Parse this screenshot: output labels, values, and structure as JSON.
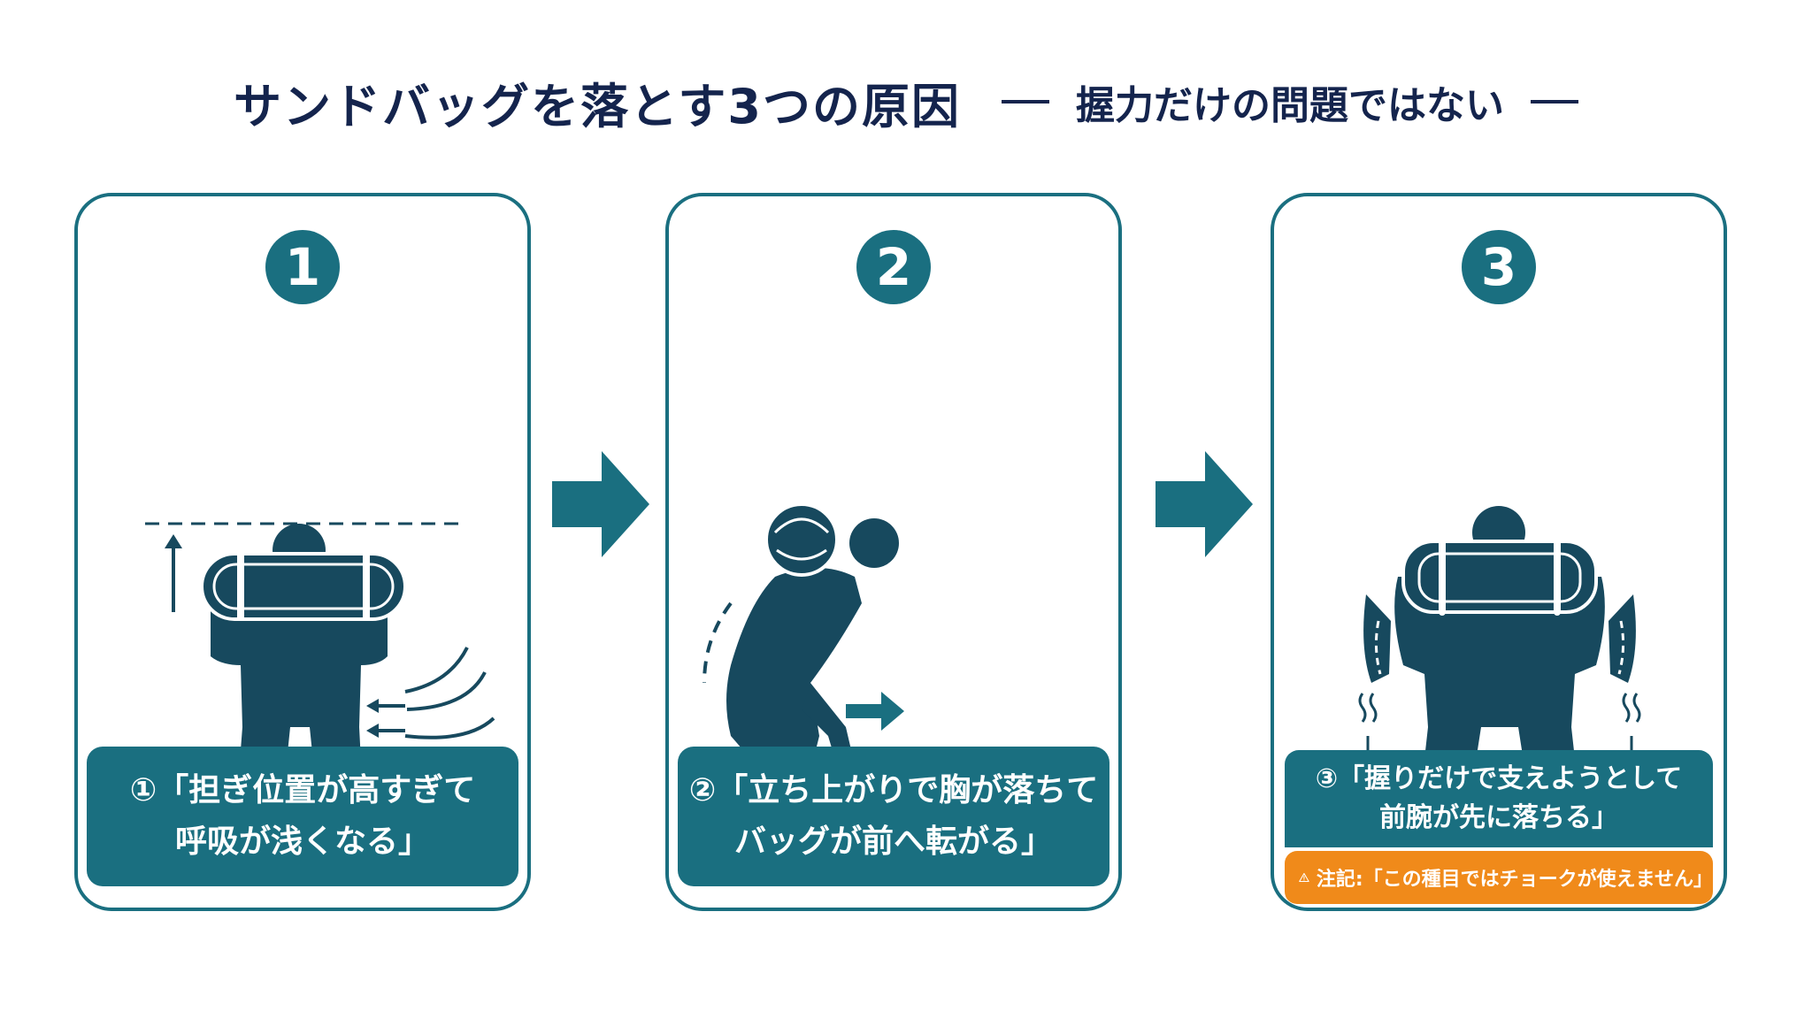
{
  "title": {
    "main": "サンドバッグを落とす3つの原因",
    "sub": "握力だけの問題ではない"
  },
  "panels": [
    {
      "number": "1",
      "caption_lines": [
        "①「担ぎ位置が高すぎて",
        "呼吸が浅くなる」"
      ]
    },
    {
      "number": "2",
      "caption_lines": [
        "②「立ち上がりで胸が落ちて",
        "バッグが前へ転がる」"
      ]
    },
    {
      "number": "3",
      "caption_lines": [
        "③「握りだけで支えようとして",
        "前腕が先に落ちる」"
      ],
      "note": "注記:「この種目ではチョークが使えません」"
    }
  ],
  "colors": {
    "teal": "#1a6f80",
    "navy": "#14244d",
    "figure": "#17495e",
    "warning": "#f08a1a"
  },
  "icons": [
    "next-step-arrow-icon",
    "warning-triangle-icon",
    "up-arrow-icon",
    "down-arrow-icon",
    "rotate-arrow-icon"
  ]
}
